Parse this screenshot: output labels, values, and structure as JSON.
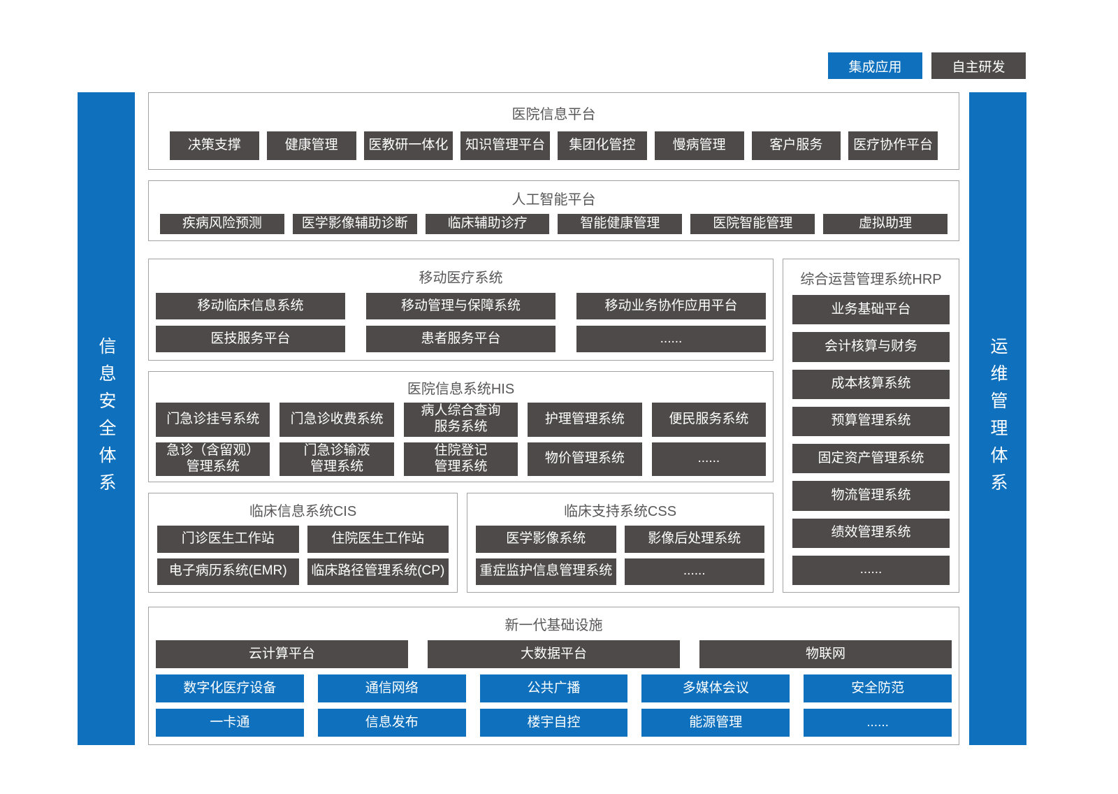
{
  "colors": {
    "blue": "#0f71bd",
    "dark": "#4d4a49",
    "border": "#a2a2a2",
    "title_text": "#595757"
  },
  "legend": {
    "integrated": "集成应用",
    "self_developed": "自主研发"
  },
  "bars": {
    "left": "信息安全体系",
    "right": "运维管理体系"
  },
  "platform": {
    "title": "医院信息平台",
    "items": [
      "决策支撑",
      "健康管理",
      "医教研一体化",
      "知识管理平台",
      "集团化管控",
      "慢病管理",
      "客户服务",
      "医疗协作平台"
    ]
  },
  "ai": {
    "title": "人工智能平台",
    "items": [
      "疾病风险预测",
      "医学影像辅助诊断",
      "临床辅助诊疗",
      "智能健康管理",
      "医院智能管理",
      "虚拟助理"
    ]
  },
  "mobile": {
    "title": "移动医疗系统",
    "rows": [
      [
        "移动临床信息系统",
        "移动管理与保障系统",
        "移动业务协作应用平台"
      ],
      [
        "医技服务平台",
        "患者服务平台",
        "......"
      ]
    ]
  },
  "hrp": {
    "title": "综合运营管理系统HRP",
    "items": [
      "业务基础平台",
      "会计核算与财务",
      "成本核算系统",
      "预算管理系统",
      "固定资产管理系统",
      "物流管理系统",
      "绩效管理系统",
      "......"
    ]
  },
  "his": {
    "title": "医院信息系统HIS",
    "rows": [
      [
        "门急诊挂号系统",
        "门急诊收费系统",
        "病人综合查询\n服务系统",
        "护理管理系统",
        "便民服务系统"
      ],
      [
        "急诊（含留观）\n管理系统",
        "门急诊输液\n管理系统",
        "住院登记\n管理系统",
        "物价管理系统",
        "......"
      ]
    ]
  },
  "cis": {
    "title": "临床信息系统CIS",
    "rows": [
      [
        "门诊医生工作站",
        "住院医生工作站"
      ],
      [
        "电子病历系统(EMR)",
        "临床路径管理系统(CP)"
      ]
    ]
  },
  "css_support": {
    "title": "临床支持系统CSS",
    "rows": [
      [
        "医学影像系统",
        "影像后处理系统"
      ],
      [
        "重症监护信息管理系统",
        "......"
      ]
    ]
  },
  "infra": {
    "title": "新一代基础设施",
    "dark_row": [
      "云计算平台",
      "大数据平台",
      "物联网"
    ],
    "blue_rows": [
      [
        "数字化医疗设备",
        "通信网络",
        "公共广播",
        "多媒体会议",
        "安全防范"
      ],
      [
        "一卡通",
        "信息发布",
        "楼宇自控",
        "能源管理",
        "......"
      ]
    ]
  }
}
